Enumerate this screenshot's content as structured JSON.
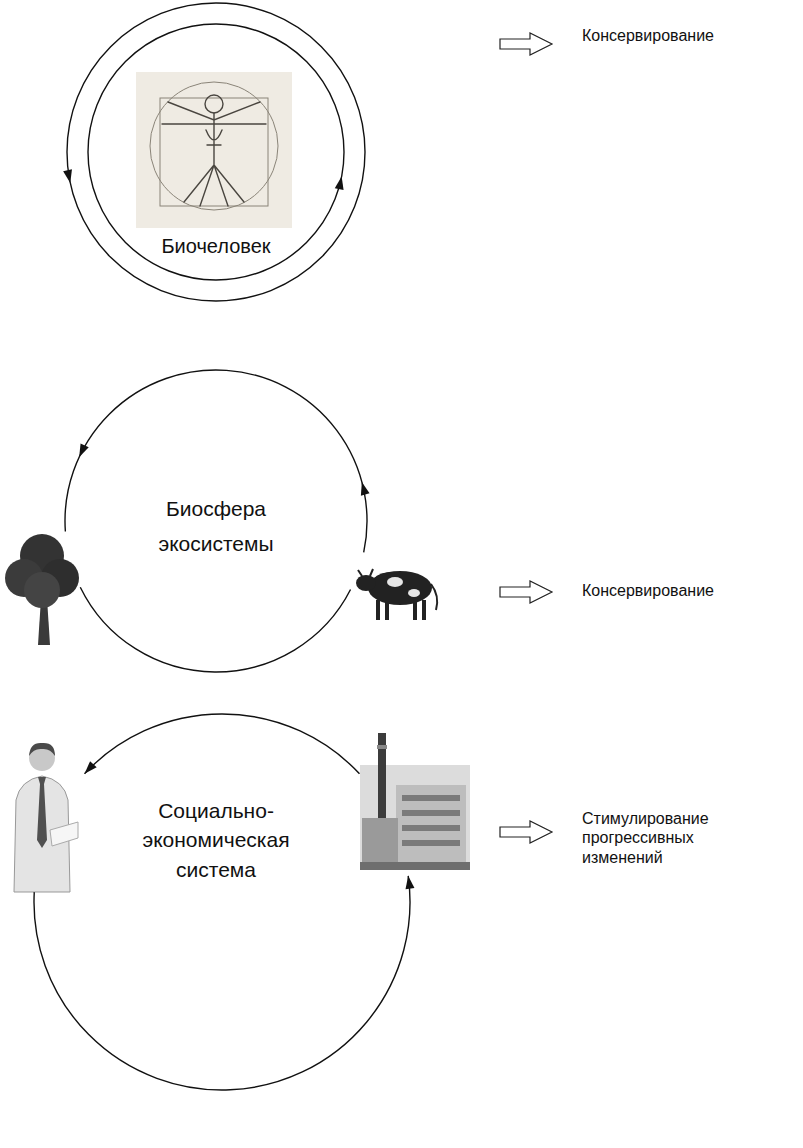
{
  "diagram": {
    "nodes": [
      {
        "text": [
          "Биочеловек"
        ]
      },
      {
        "text": [
          "Биосфера экосистемы"
        ]
      },
      {
        "text": [
          "Социально- экономическая система"
        ]
      }
    ],
    "labels": [
      "Консервирование",
      "Консервирование",
      "Стимулирование прогрессивных изменений"
    ]
  }
}
